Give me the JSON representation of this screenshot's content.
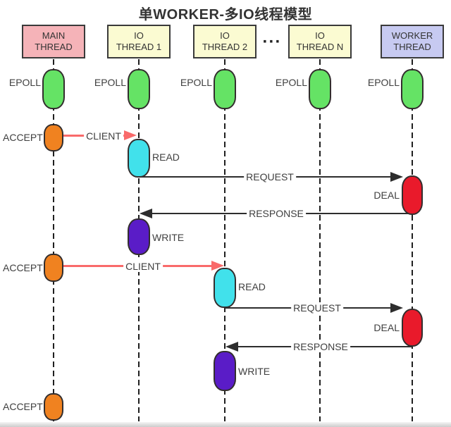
{
  "title": "单WORKER-多IO线程模型",
  "ellipsis": "···",
  "lanes": [
    {
      "name": "MAIN THREAD",
      "line1": "MAIN",
      "line2": "THREAD",
      "fill": "#f5b3b8"
    },
    {
      "name": "IO THREAD 1",
      "line1": "IO",
      "line2": "THREAD 1",
      "fill": "#fbfbd2"
    },
    {
      "name": "IO THREAD 2",
      "line1": "IO",
      "line2": "THREAD 2",
      "fill": "#fbfbd2"
    },
    {
      "name": "IO THREAD N",
      "line1": "IO",
      "line2": "THREAD N",
      "fill": "#fbfbd2"
    },
    {
      "name": "WORKER THREAD",
      "line1": "WORKER",
      "line2": "THREAD",
      "fill": "#c7caf1"
    }
  ],
  "steps": {
    "epoll": "EPOLL",
    "accept": "ACCEPT",
    "read": "READ",
    "write": "WRITE",
    "deal": "DEAL"
  },
  "messages": {
    "client": "CLIENT",
    "request": "REQUEST",
    "response": "RESPONSE"
  },
  "colors": {
    "epoll_capsule": "#65e365",
    "accept_capsule": "#f08220",
    "read_capsule": "#41e1eb",
    "write_capsule": "#5a1cc7",
    "deal_capsule": "#e91a2b",
    "client_arrow": "#f96a6a",
    "message_arrow": "#2d2d2d"
  }
}
